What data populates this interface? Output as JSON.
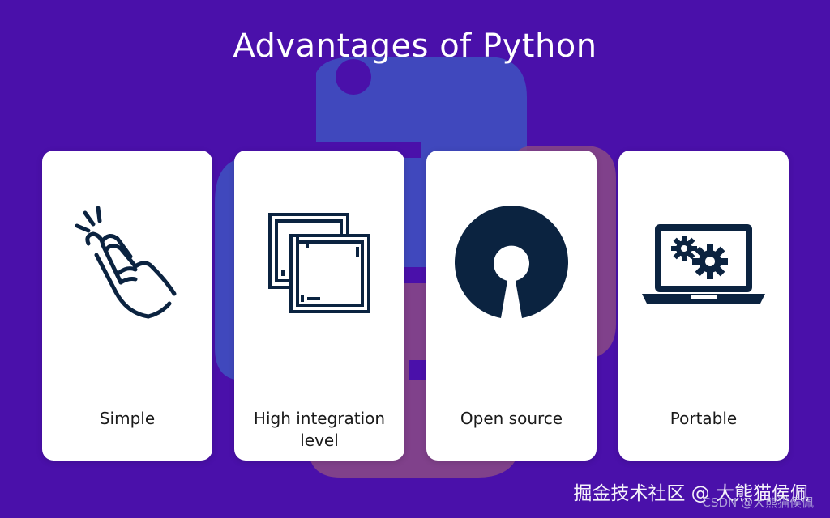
{
  "title": "Advantages of Python",
  "cards": [
    {
      "label": "Simple",
      "icon": "snapping-fingers-icon"
    },
    {
      "label": "High integration level",
      "icon": "overlapping-windows-icon"
    },
    {
      "label": "Open source",
      "icon": "open-source-icon"
    },
    {
      "label": "Portable",
      "icon": "laptop-gears-icon"
    }
  ],
  "watermark": {
    "line1": "掘金技术社区 @ 大熊猫侯佩",
    "line2": "CSDN @大熊猫侯佩"
  },
  "colors": {
    "background": "#4a10aa",
    "card": "#ffffff",
    "icon": "#0b2340",
    "logo_blue": "#3f4fbf",
    "logo_red": "#8a4a86"
  }
}
